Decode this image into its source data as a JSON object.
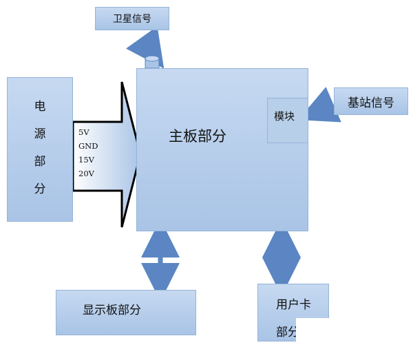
{
  "satellite_label": "卫星信号",
  "power_label_chars": [
    "电",
    "源",
    "部",
    "分"
  ],
  "main_board_label": "主板部分",
  "module_label": "模块",
  "base_station_label": "基站信号",
  "display_label": "显示板部分",
  "user_card_chars": [
    "用户卡",
    "部分"
  ],
  "signals": [
    "5V",
    "GND",
    "15V",
    "20V"
  ],
  "colors": {
    "box_fill": "#b8cfe9",
    "box_border": "#95b3d7",
    "arrow": "#5b86c3"
  }
}
